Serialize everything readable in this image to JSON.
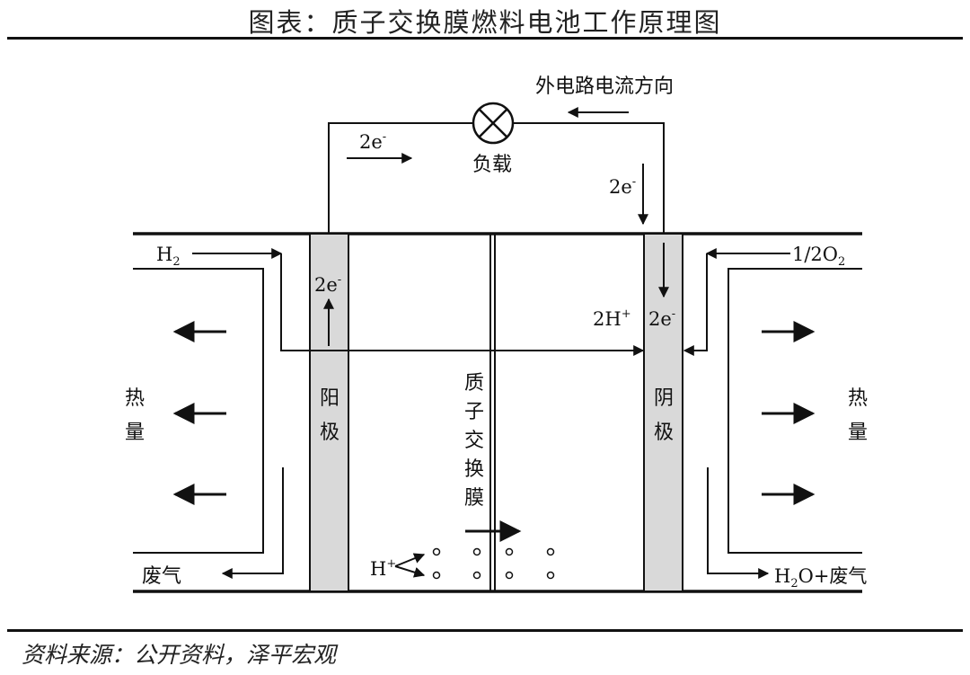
{
  "title": "图表：质子交换膜燃料电池工作原理图",
  "source": "资料来源：公开资料，泽平宏观",
  "diagram": {
    "external_circuit_label": "外电路电流方向",
    "load_label": "负载",
    "electron_top_left": "2e",
    "electron_top_right": "2e",
    "electron_anode": "2e",
    "electron_cathode": "2e",
    "electron_sup": "-",
    "hydrogen_in": "H",
    "hydrogen_sub": "2",
    "oxygen_in": "1/2O",
    "oxygen_sub": "2",
    "proton_pair": "2H",
    "proton_pair_sup": "+",
    "proton": "H",
    "proton_sup": "+",
    "anode_label": [
      "阳",
      "极"
    ],
    "cathode_label": [
      "阴",
      "极"
    ],
    "membrane_label": [
      "质",
      "子",
      "交",
      "换",
      "膜"
    ],
    "heat_left": [
      "热",
      "量"
    ],
    "heat_right": [
      "热",
      "量"
    ],
    "exhaust_left": "废气",
    "exhaust_right_prefix": "H",
    "exhaust_right_sub": "2",
    "exhaust_right_suffix": "O+废气"
  }
}
